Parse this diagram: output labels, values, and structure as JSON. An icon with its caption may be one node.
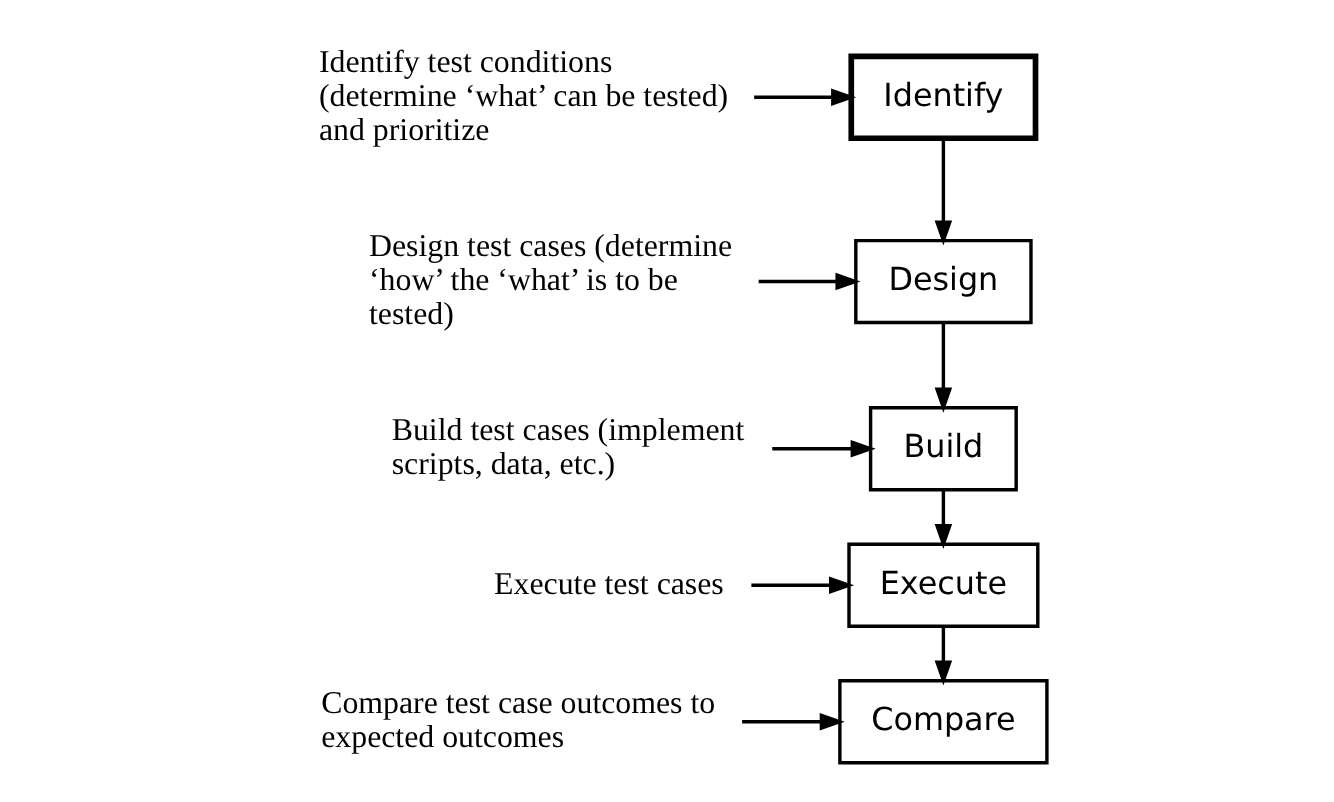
{
  "diagram": {
    "nodes": [
      {
        "text": [
          "Identify"
        ]
      },
      {
        "text": [
          "Identify test conditions (determine ‘what’ can be tested) and prioritize"
        ]
      },
      {
        "text": [
          "Design"
        ]
      },
      {
        "text": [
          "Design test cases (determine ‘how’ the ‘what’ is to be tested)"
        ]
      },
      {
        "text": [
          "Build"
        ]
      },
      {
        "text": [
          "Build test cases (implement scripts, data, etc.)"
        ]
      },
      {
        "text": [
          "Execute"
        ]
      },
      {
        "text": [
          "Execute test cases"
        ]
      },
      {
        "text": [
          "Compare"
        ]
      },
      {
        "text": [
          "Compare test case outcomes to expected outcomes"
        ]
      }
    ],
    "edges": [
      {
        "from": 0,
        "to": 2,
        "arrow": "to"
      },
      {
        "from": 2,
        "to": 4,
        "arrow": "to"
      },
      {
        "from": 4,
        "to": 6,
        "arrow": "to"
      },
      {
        "from": 6,
        "to": 8,
        "arrow": "to"
      },
      {
        "from": 1,
        "to": 0,
        "arrow": "to"
      },
      {
        "from": 3,
        "to": 2,
        "arrow": "to"
      },
      {
        "from": 5,
        "to": 4,
        "arrow": "to"
      },
      {
        "from": 7,
        "to": 6,
        "arrow": "to"
      },
      {
        "from": 9,
        "to": 8,
        "arrow": "to"
      }
    ]
  }
}
